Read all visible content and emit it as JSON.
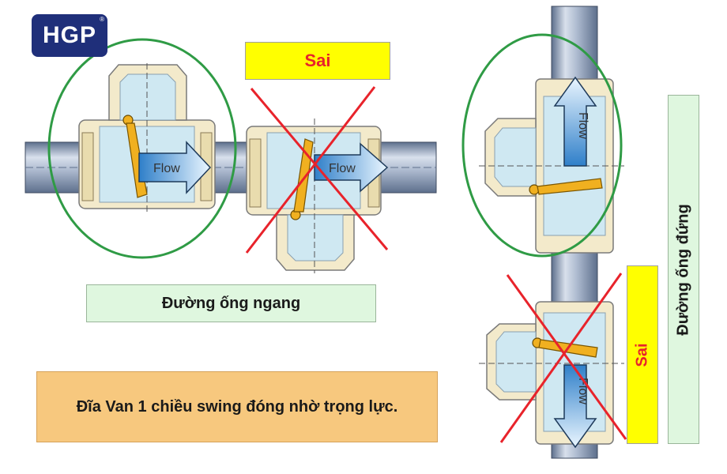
{
  "logo": {
    "text": "HGP",
    "mark": "®"
  },
  "labels": {
    "wrong_top": "Sai",
    "horizontal_pipe": "Đường ống ngang",
    "description": "Đĩa Van 1 chiều swing đóng nhờ trọng lực.",
    "wrong_side": "Sai",
    "vertical_pipe": "Đường ống đứng"
  },
  "flow_label": "Flow",
  "colors": {
    "pipe": "#7d8ea8",
    "valve_body": "#f3eacb",
    "valve_interior": "#cfe8f2",
    "disc": "#f0b020",
    "correct_circle": "#2f9b45",
    "wrong_cross": "#e8232b",
    "flow_arrow": "#4aa3e0"
  }
}
